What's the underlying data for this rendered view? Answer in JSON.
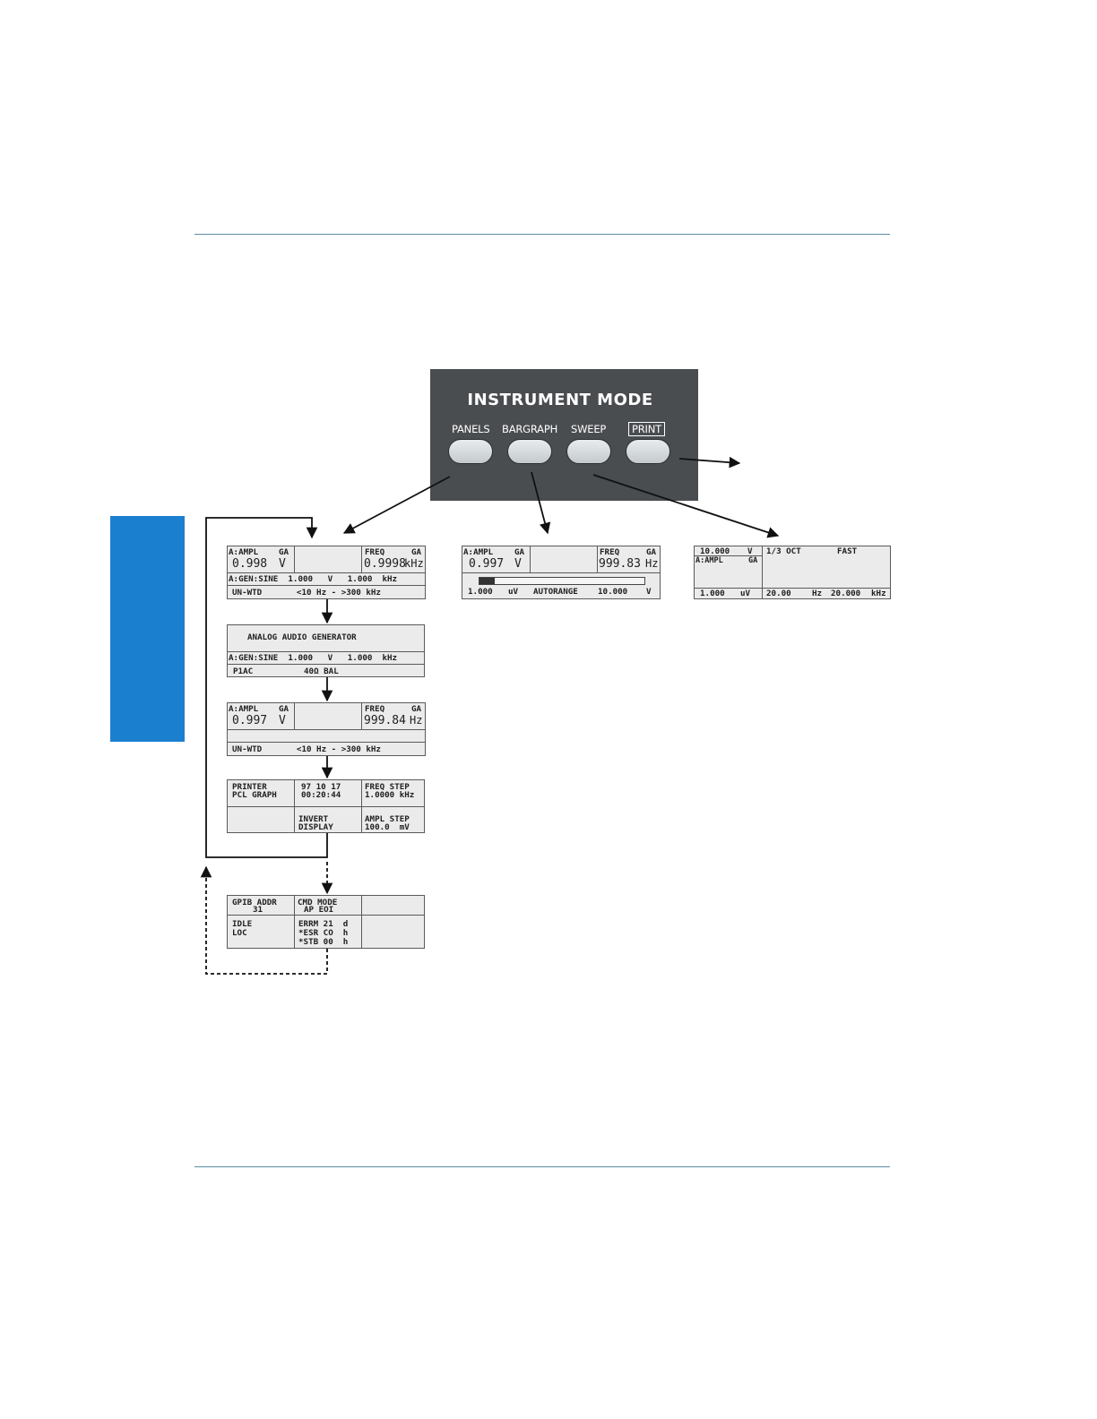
{
  "instrument_mode": {
    "title": "INSTRUMENT MODE",
    "buttons": [
      {
        "label": "PANELS"
      },
      {
        "label": "BARGRAPH"
      },
      {
        "label": "SWEEP"
      },
      {
        "label": "PRINT"
      }
    ]
  },
  "panels": {
    "panel1": {
      "ampl_label": "A:AMPL",
      "ga1": "GA",
      "ampl_value": "0.998",
      "ampl_unit": "V",
      "freq_label": "FREQ",
      "ga2": "GA",
      "freq_value": "0.9998",
      "freq_unit": "kHz",
      "gen_line": "A:GEN:SINE  1.000   V   1.000  kHz",
      "filter_line": "UN-WTD       <10 Hz - >300 kHz"
    },
    "panel2": {
      "title": "ANALOG AUDIO GENERATOR",
      "gen_line": "A:GEN:SINE  1.000   V   1.000  kHz",
      "output_a": "P1AC",
      "output_b": "40Ω BAL"
    },
    "panel3": {
      "ampl_label": "A:AMPL",
      "ga1": "GA",
      "ampl_value": "0.997",
      "ampl_unit": "V",
      "freq_label": "FREQ",
      "ga2": "GA",
      "freq_value": "999.84",
      "freq_unit": "Hz",
      "filter_line": "UN-WTD       <10 Hz - >300 kHz"
    },
    "panel4": {
      "printer_a": "PRINTER",
      "printer_b": "PCL GRAPH",
      "date": "97 10 17",
      "time": "00:20:44",
      "freq_step_label": "FREQ STEP",
      "freq_step_value": "1.0000 kHz",
      "invert_a": "INVERT",
      "invert_b": "DISPLAY",
      "ampl_step_label": "AMPL STEP",
      "ampl_step_value": "100.0  mV"
    },
    "panel5": {
      "gpib_label": "GPIB ADDR",
      "gpib_value": "31",
      "cmd_label": "CMD MODE",
      "cmd_value": "AP EOI",
      "status_a": "IDLE",
      "status_b": "LOC",
      "errm": "ERRM 21  d",
      "esr": "*ESR CO  h",
      "stb": "*STB 00  h"
    }
  },
  "bargraph": {
    "ampl_label": "A:AMPL",
    "ga1": "GA",
    "ampl_value": "0.997",
    "ampl_unit": "V",
    "freq_label": "FREQ",
    "ga2": "GA",
    "freq_value": "999.83",
    "freq_unit": "Hz",
    "bar_fraction": 0.095,
    "min_value": "1.000",
    "min_unit": "uV",
    "range_mode": "AUTORANGE",
    "max_value": "10.000",
    "max_unit": "V"
  },
  "sweep": {
    "top_value": "10.000",
    "top_unit": "V",
    "resolution": "1/3 OCT",
    "speed": "FAST",
    "ampl_label": "A:AMPL",
    "ga": "GA",
    "bottom_value": "1.000",
    "bottom_unit": "uV",
    "start_value": "20.00",
    "start_unit": "Hz",
    "stop_value": "20.000",
    "stop_unit": "kHz"
  }
}
